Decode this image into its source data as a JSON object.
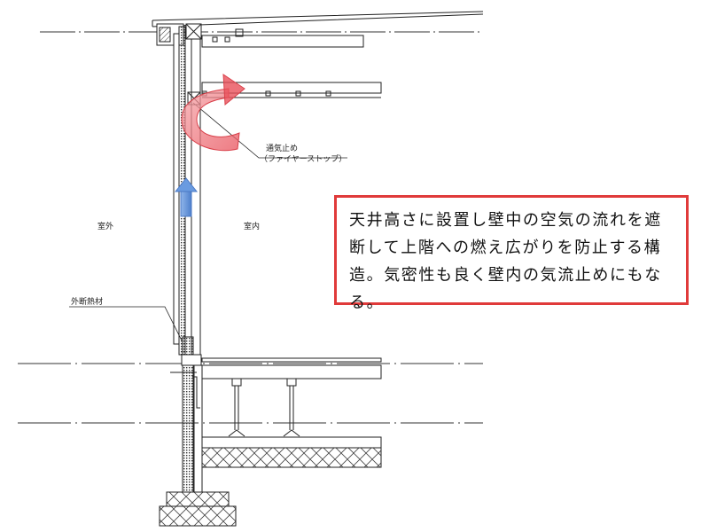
{
  "labels": {
    "outside": "室外",
    "inside": "室内",
    "exterior_insulation": "外断熱材",
    "fire_stop_title": "通気止め",
    "fire_stop_sub": "（ファイヤーストップ）"
  },
  "note": {
    "text": "天井高さに設置し壁中の空気の流れを遮断して上階への燃え広がりを防止する構造。気密性も良く壁内の気流止めにもなる。"
  },
  "colors": {
    "line": "#222222",
    "red_arrow": "#e8505a",
    "blue_arrow": "#5b8fd6",
    "note_border": "#e03a3a"
  }
}
